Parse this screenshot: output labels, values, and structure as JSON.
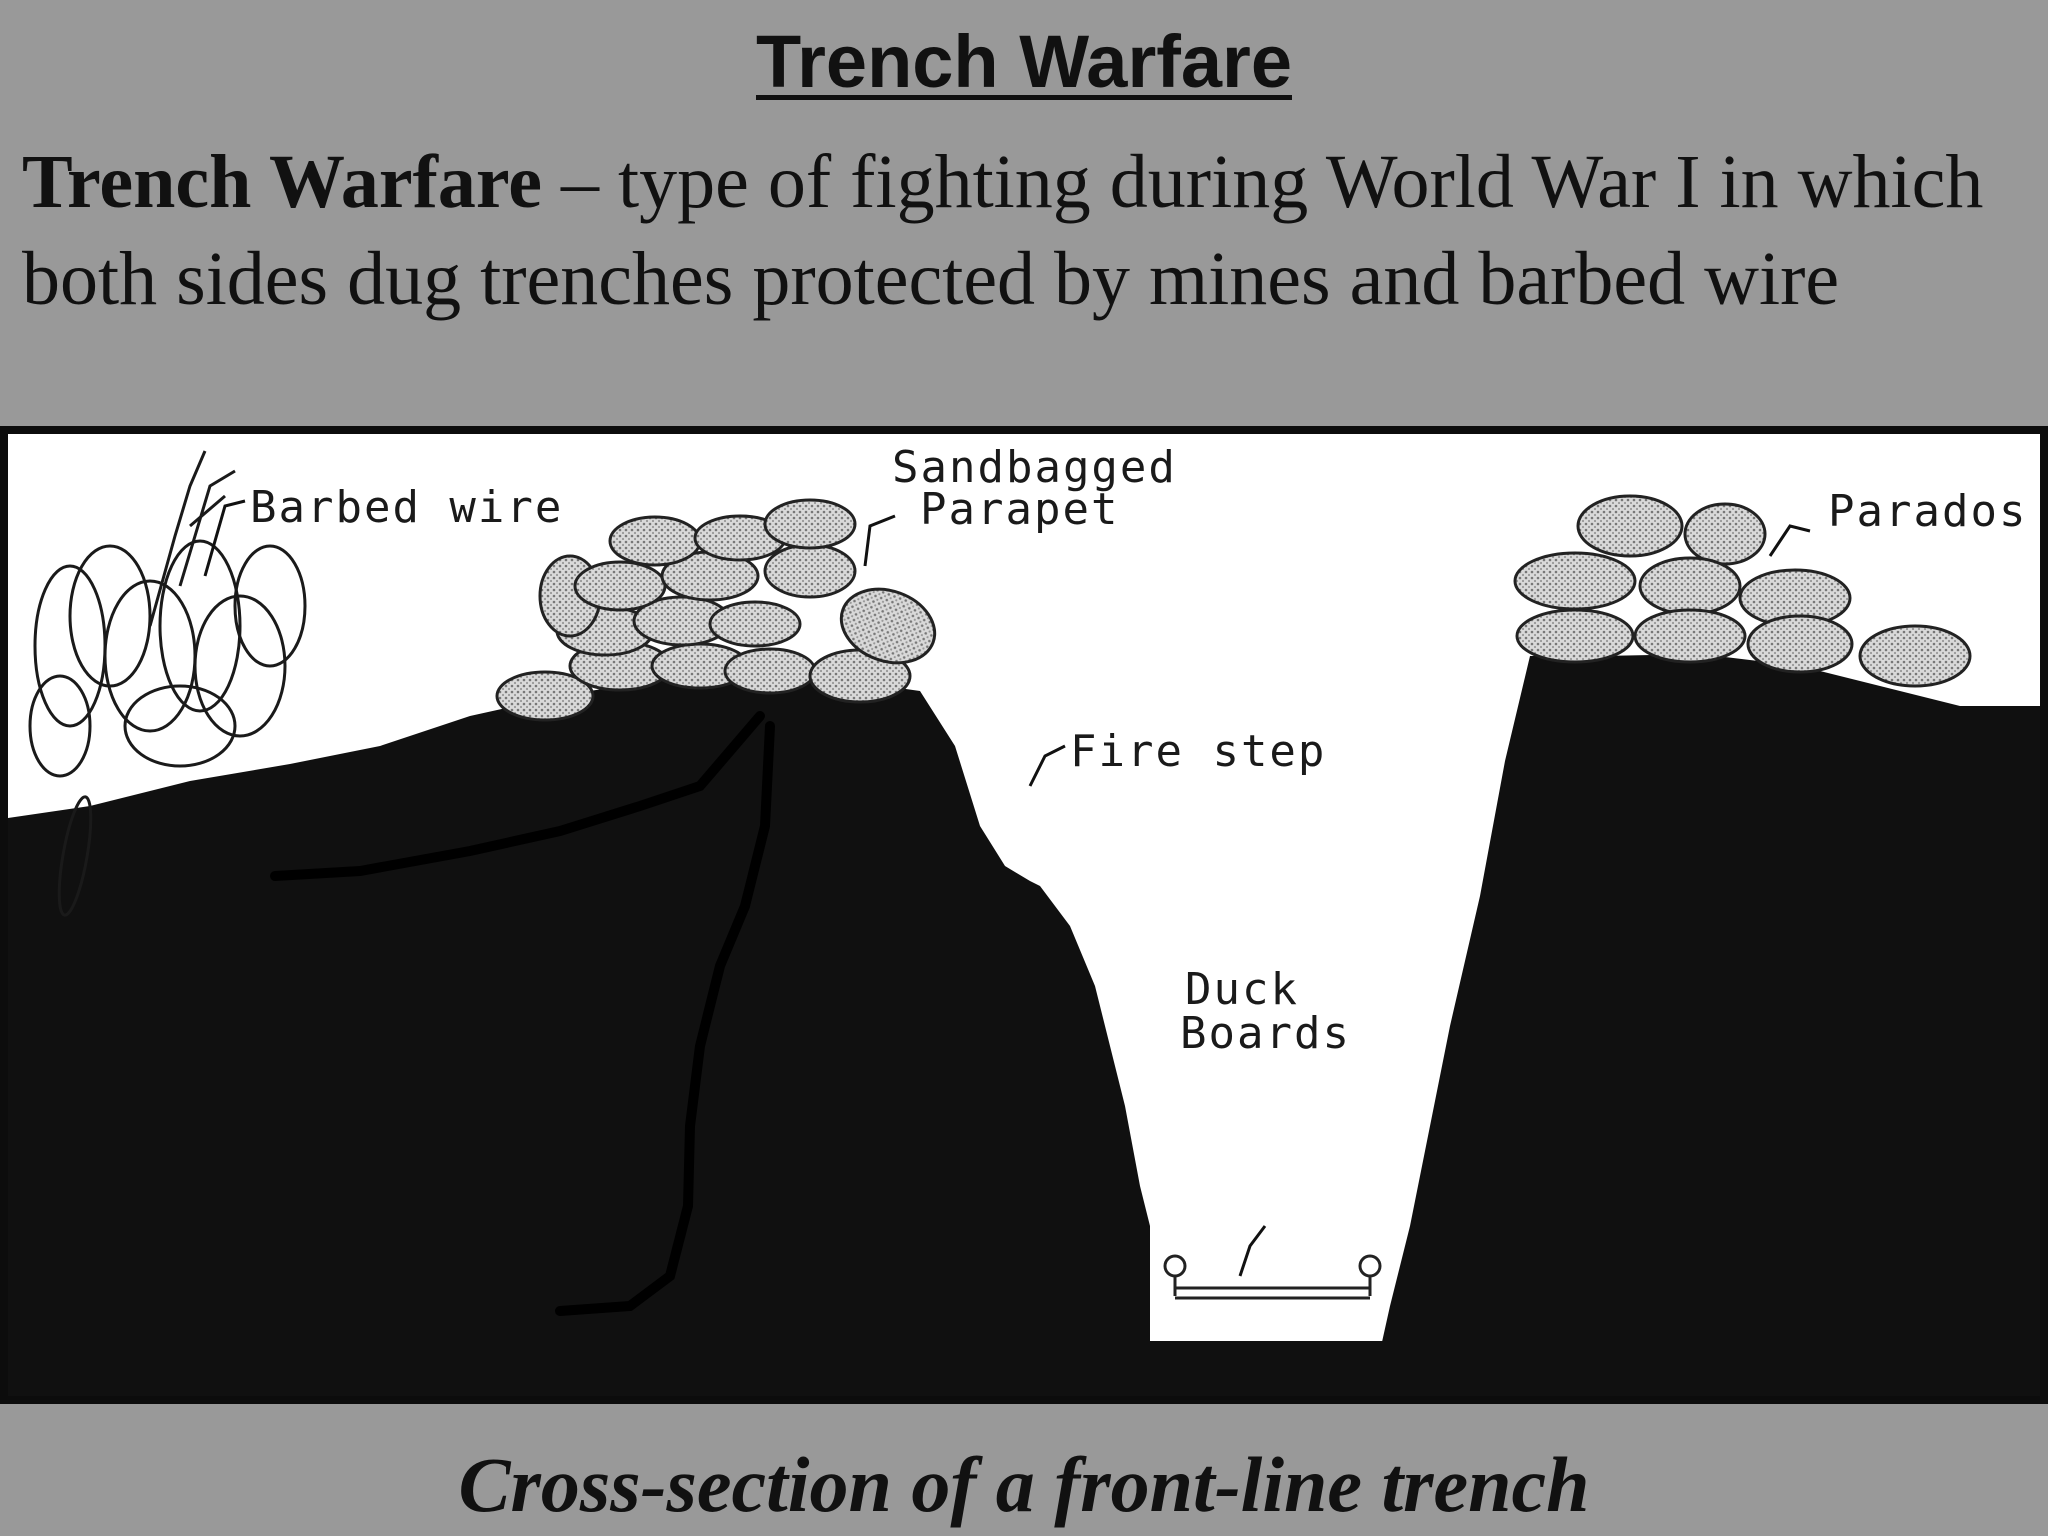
{
  "slide": {
    "title": "Trench Warfare",
    "definition": {
      "term": "Trench Warfare",
      "text": " – type of fighting during World War I in which both sides dug trenches protected by mines and barbed wire"
    },
    "caption": "Cross-section of a front-line trench"
  },
  "diagram": {
    "labels": {
      "barbed_wire": "Barbed wire",
      "sandbagged": "Sandbagged",
      "parapet": "Parapet",
      "parados": "Parados",
      "fire_step": "Fire step",
      "duck": "Duck",
      "boards": "Boards"
    }
  }
}
